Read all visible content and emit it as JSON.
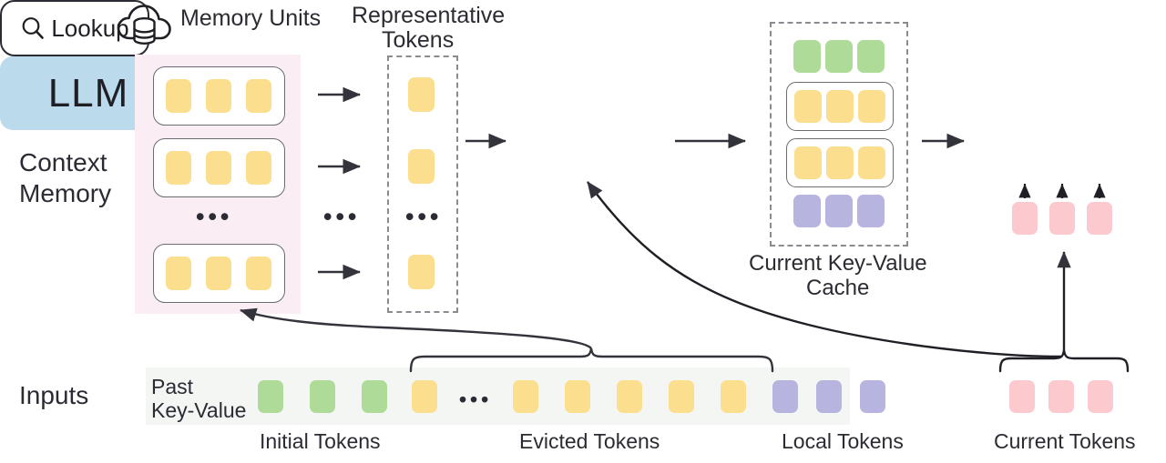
{
  "colors": {
    "yellow": "#FCDE8F",
    "green": "#AEDB97",
    "purple": "#B7B4DF",
    "pink_token": "#FBC9CE",
    "llm_blue": "#BBDBED",
    "context_memory_bg": "#FAEDF4",
    "inputs_strip_bg": "#F4F6F4",
    "stroke": "#2b2b33",
    "dashed_stroke": "#8a8a90"
  },
  "labels": {
    "memory_units": "Memory Units",
    "representative_tokens_line1": "Representative",
    "representative_tokens_line2": "Tokens",
    "context_memory_line1": "Context",
    "context_memory_line2": "Memory",
    "lookup": "Lookup",
    "current_kv_cache_line1": "Current Key-Value",
    "current_kv_cache_line2": "Cache",
    "llm": "LLM",
    "inputs": "Inputs",
    "past_key_value_line1": "Past",
    "past_key_value_line2": "Key-Value",
    "initial_tokens": "Initial Tokens",
    "evicted_tokens": "Evicted Tokens",
    "local_tokens": "Local Tokens",
    "current_tokens": "Current Tokens",
    "ellipsis": "•••"
  },
  "icons": {
    "cloud_database": "cloud-database-icon",
    "search": "search-icon"
  },
  "context_memory": {
    "unit_count_visible": 3,
    "tokens_per_unit": 3,
    "token_color": "yellow",
    "has_ellipsis_between": true
  },
  "representative_tokens": {
    "token_count_visible": 3,
    "token_color": "yellow",
    "has_ellipsis_between": true,
    "container_style": "dashed"
  },
  "current_kv_cache": {
    "container_style": "dashed",
    "rows": [
      {
        "kind": "plain",
        "color": "green",
        "count": 3
      },
      {
        "kind": "boxed",
        "color": "yellow",
        "count": 3
      },
      {
        "kind": "boxed",
        "color": "yellow",
        "count": 3
      },
      {
        "kind": "plain",
        "color": "purple",
        "count": 3
      }
    ]
  },
  "llm_inputs": {
    "token_color": "pink",
    "token_count": 3,
    "arrow_count": 3
  },
  "inputs_row": {
    "groups": [
      {
        "name": "initial-tokens",
        "color": "green",
        "count": 3,
        "label": "Initial Tokens"
      },
      {
        "name": "evicted-tokens",
        "color": "yellow",
        "count": 6,
        "label": "Evicted Tokens",
        "ellipsis_after_index": 1
      },
      {
        "name": "local-tokens",
        "color": "purple",
        "count": 3,
        "label": "Local Tokens"
      }
    ],
    "current_tokens": {
      "name": "current-tokens",
      "color": "pink",
      "count": 3,
      "label": "Current Tokens"
    }
  },
  "arrows": [
    {
      "name": "memory-unit-1-to-rep-token",
      "type": "straight"
    },
    {
      "name": "memory-unit-2-to-rep-token",
      "type": "straight"
    },
    {
      "name": "memory-unit-3-to-rep-token",
      "type": "straight"
    },
    {
      "name": "rep-tokens-to-lookup",
      "type": "straight"
    },
    {
      "name": "lookup-to-kv-cache",
      "type": "straight"
    },
    {
      "name": "kv-cache-to-llm",
      "type": "straight"
    },
    {
      "name": "evicted-tokens-to-context-memory",
      "type": "curved"
    },
    {
      "name": "current-tokens-to-lookup",
      "type": "curved"
    },
    {
      "name": "current-tokens-to-llm",
      "type": "straight-up"
    }
  ]
}
